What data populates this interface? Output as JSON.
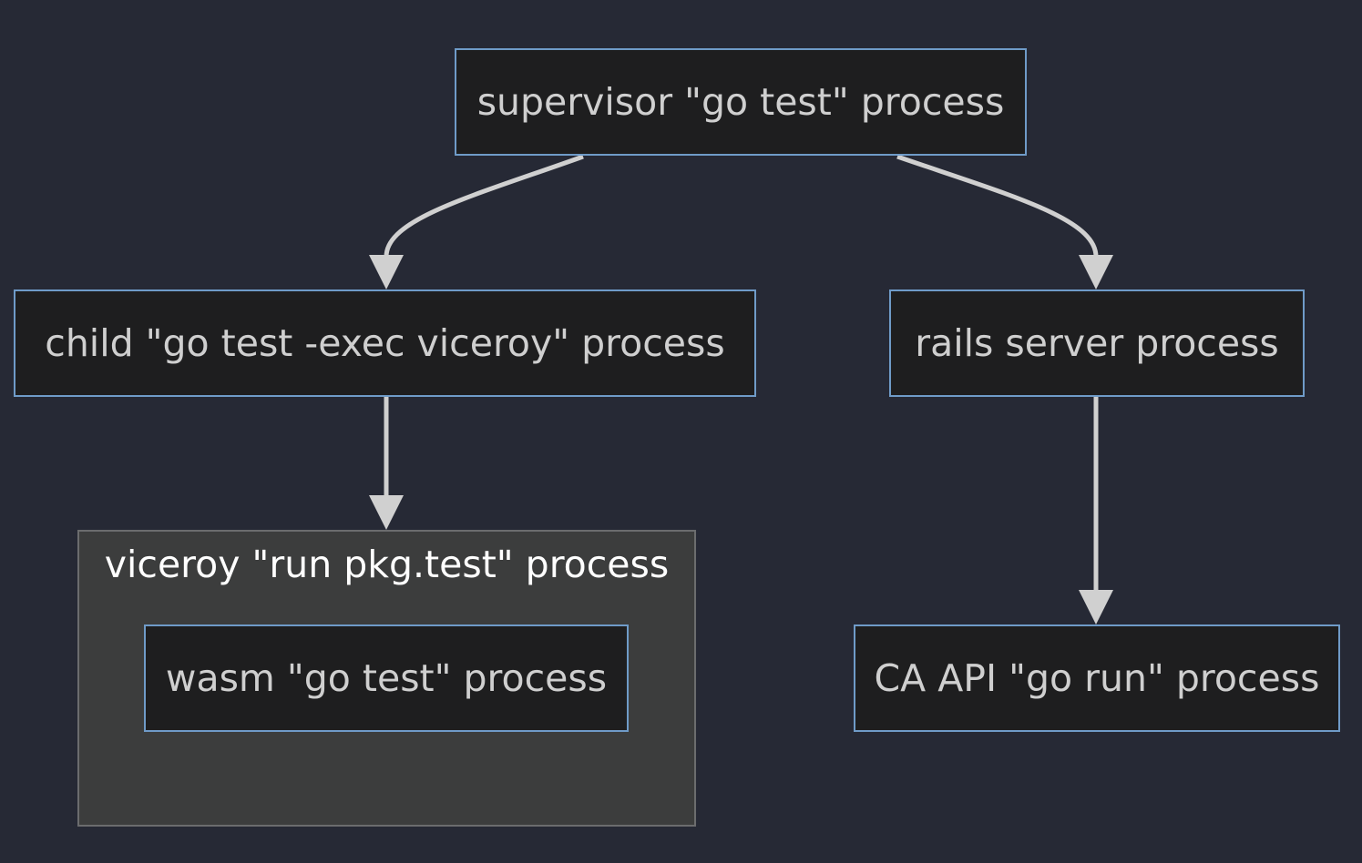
{
  "nodes": {
    "supervisor": "supervisor \"go test\" process",
    "child": "child \"go test -exec viceroy\" process",
    "rails": "rails server process",
    "wasm": "wasm \"go test\" process",
    "ca_api": "CA API \"go run\" process"
  },
  "clusters": {
    "viceroy": "viceroy \"run pkg.test\" process"
  },
  "edges": [
    {
      "from": "supervisor",
      "to": "child"
    },
    {
      "from": "supervisor",
      "to": "rails"
    },
    {
      "from": "child",
      "to": "viceroy"
    },
    {
      "from": "rails",
      "to": "ca_api"
    }
  ],
  "colors": {
    "background": "#262935",
    "node_fill": "#1e1e1f",
    "node_border": "#6f9bc8",
    "cluster_fill": "#3c3d3d",
    "cluster_border": "#6b6c6e",
    "edge": "#d0d0d0",
    "text": "#cfcfcf"
  }
}
